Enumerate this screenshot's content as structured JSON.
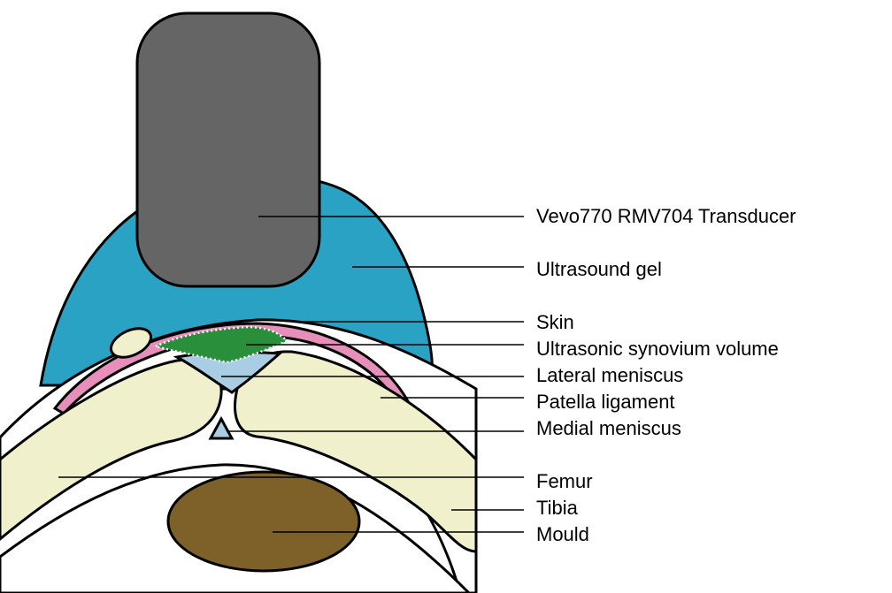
{
  "labels": [
    {
      "id": "transducer",
      "text": "Vevo770 RMV704 Transducer"
    },
    {
      "id": "gel",
      "text": "Ultrasound gel"
    },
    {
      "id": "skin",
      "text": "Skin"
    },
    {
      "id": "synovium",
      "text": "Ultrasonic synovium volume"
    },
    {
      "id": "lateral-meniscus",
      "text": "Lateral meniscus"
    },
    {
      "id": "patella-ligament",
      "text": "Patella ligament"
    },
    {
      "id": "medial-meniscus",
      "text": "Medial meniscus"
    },
    {
      "id": "femur",
      "text": "Femur"
    },
    {
      "id": "tibia",
      "text": "Tibia"
    },
    {
      "id": "mould",
      "text": "Mould"
    }
  ],
  "colors": {
    "transducer": "#656565",
    "gel": "#2aa2c4",
    "skin_layer": "#ffffff",
    "patella_ligament": "#e68fba",
    "synovium": "#2a8f3a",
    "meniscus": "#a9cde2",
    "bone": "#f0f0cc",
    "mould": "#7d6128",
    "outline": "#000000"
  }
}
